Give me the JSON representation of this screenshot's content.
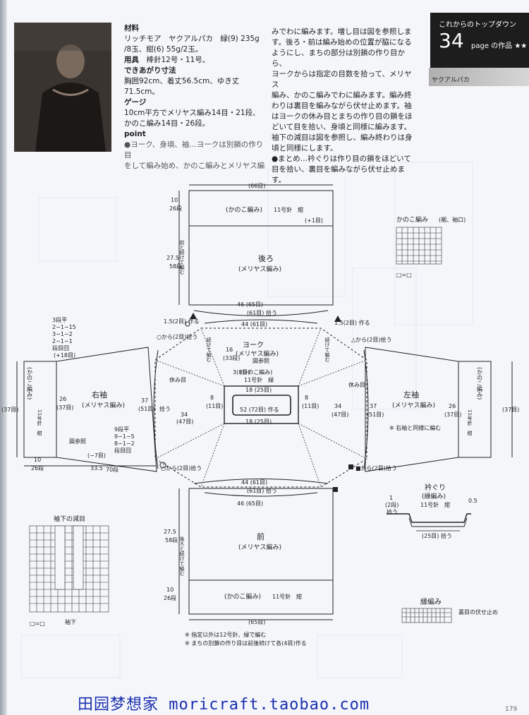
{
  "header": {
    "materials_title": "材料",
    "materials_line1": "リッチモア　ヤクアルパカ　緑(9) 235g",
    "materials_line2": "/8玉、紺(6) 55g/2玉。",
    "tools_title": "用具",
    "tools_text": "棒針12号・11号。",
    "size_title": "できあがり寸法",
    "size_text": "胸囲92cm、着丈56.5cm、ゆき丈71.5cm。",
    "gauge_title": "ゲージ",
    "gauge_line1": "10cm平方でメリヤス編み14目・21段、",
    "gauge_line2": "かのこ編み14目・26段。",
    "point_title": "point",
    "point_line1": "●ヨーク、身頃、袖…ヨークは別鎖の作り目",
    "point_line2": "をして編み始め、かのこ編みとメリヤス編"
  },
  "column2": [
    "みでわに編みます。増し目は図を参照しま",
    "す。後ろ・前は編み始めの位置が脇になる",
    "ようにし、まちの部分は別鎖の作り目から、",
    "ヨークからは指定の目数を拾って、メリヤス",
    "編み、かのこ編みでわに編みます。編み終",
    "わりは裏目を編みながら伏せ止めます。袖",
    "はヨークの休み目とまちの作り目の鎖をほ",
    "どいて目を拾い、身頃と同様に編みます。",
    "袖下の減目は図を参照し、編み終わりは身",
    "頃と同様にします。",
    "●まとめ…衿ぐりは作り目の鎖をほどいて",
    "目を拾い、裏目を編みながら伏せ止めます。"
  ],
  "badge": {
    "series": "これからのトップダウン",
    "page_number": "34",
    "page_suffix": "page の作品 ★★",
    "yarn": "ヤクアルパカ"
  },
  "diagram": {
    "back_top_count": "(66目)",
    "back_band": "(かのこ編み)",
    "back_band_needle": "11号針　紺",
    "back_plus1": "(+1目)",
    "back_title": "後ろ",
    "back_stitch": "(メリヤス編み)",
    "back_left_dim1": "10",
    "back_left_dim1b": "26段",
    "back_left_dim2": "27.5",
    "back_left_dim2b": "58段",
    "back_continue": "前と続けて編む",
    "back_bottom_cm": "46 (65目)",
    "back_pickup": "(61目) 拾う",
    "back_yoke_count": "44 (61目)",
    "make_15_left": "1.5(2目) 作る",
    "make_15_right": "1.5(2目) 作る",
    "yoke_title": "ヨーク",
    "yoke_stitch": "(メリヤス編み)",
    "yoke_ref": "図参照",
    "yoke_kanoko": "(かのこ編み)",
    "yoke_needle": "11号針　緑",
    "yoke_top": "18 (25目)",
    "yoke_mid": "52 (72目) 作る",
    "yoke_bottom": "18 (25目)",
    "yoke_38": "3(8目)",
    "yoke_8": "8",
    "yoke_11": "(11目)",
    "yoke_16": "16",
    "yoke_33": "(33段)",
    "yoke_8b": "8",
    "yoke_11b": "(11目)",
    "rest_left": "休み目",
    "rest_right": "休み目",
    "cont_knit": "続けて編む",
    "right_sleeve": "右袖",
    "left_sleeve": "左袖",
    "sleeve_stitch": "(メリヤス編み)",
    "sleeve_26": "26",
    "sleeve_37": "(37目)",
    "sleeve_37b": "37",
    "sleeve_51": "(51目)",
    "sleeve_51pick": "拾う",
    "sleeve_34": "34",
    "sleeve_47": "(47目)",
    "sleeve_cuff": "(かのこ編み)",
    "sleeve_cuff_needle": "11号針　紺",
    "sleeve_cuff_side": "(37目)",
    "left_same": "※ 右袖と同様に編む",
    "dec_label1": "3段平",
    "dec_label2": "2−1−15",
    "dec_label3": "3−1−2",
    "dec_label4": "2−1−1",
    "dec_label5": "段目回",
    "dec_label6": "(+18目)",
    "inc_label1": "9段平",
    "inc_label2": "9−1−5",
    "inc_label3": "8−1−2",
    "inc_label4": "段目回",
    "inc_minus7": "(−7目)",
    "ref_fig": "図参照",
    "from_circle": "○から(2目)拾う",
    "from_triangle": "△から(2目)拾う",
    "from_square": "■から(2目)拾う",
    "sleeve_len": "33.5",
    "sleeve_len_rows": "70段",
    "cuff_10": "10",
    "cuff_26": "26段",
    "front_title": "前",
    "front_stitch": "(メリヤス編み)",
    "front_top": "44 (61目)",
    "front_pickup": "(61目) 拾う",
    "front_top2": "46 (65目)",
    "front_band": "(かのこ編み)",
    "front_band_needle": "11号針　紺",
    "front_bottom_count": "(65目)",
    "front_dim1": "27.5",
    "front_dim1b": "58段",
    "front_dim2": "10",
    "front_dim2b": "26段",
    "front_continue": "後ろと続けて編む",
    "note1": "※ 指定以外は12号針、緑で編む",
    "note2": "※ まちの別鎖の作り目は前後続けて各(4目)作る",
    "sleeve_dec_title": "袖下の減目",
    "sleeve_dec_legend": "□=□",
    "sleeve_dec_under": "袖下",
    "kanoko_title": "かのこ編み",
    "kanoko_sub": "(裾、袖口)",
    "kanoko_legend": "□=□",
    "neck_title": "衿ぐり",
    "neck_stitch": "(縁編み)",
    "neck_needle": "11号針　紺",
    "neck_1": "1",
    "neck_2": "(2段)",
    "neck_pick": "拾う",
    "neck_05": "0.5",
    "neck_bottom": "(25目) 拾う",
    "border_title": "縁編み",
    "border_note": "裏目の伏せ止め"
  },
  "footer": {
    "watermark": "田园梦想家  moricraft.taobao.com",
    "page": "179"
  }
}
